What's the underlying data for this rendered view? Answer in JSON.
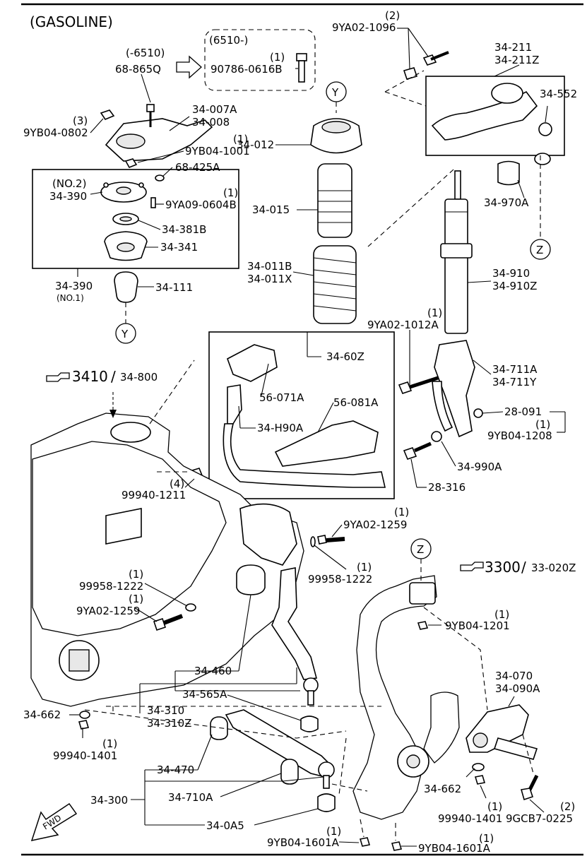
{
  "title": "(GASOLINE)",
  "labels": {
    "l_6510a": "(-6510)",
    "l_68865q": "68-865Q",
    "l_6510b": "(6510-)",
    "l_q1a": "(1)",
    "l_90786": "90786-0616B",
    "l_q2a": "(2)",
    "l_9ya021096": "9YA02-1096",
    "l_34211": "34-211",
    "l_34211z": "34-211Z",
    "l_34552": "34-552",
    "l_q3": "(3)",
    "l_9yb040802": "9YB04-0802",
    "l_34007a": "34-007A",
    "l_34008": "34-008",
    "l_q1b": "(1)",
    "l_9yb041001": "9YB04-1001",
    "l_y1": "Y",
    "l_34012": "34-012",
    "l_68425a": "68-425A",
    "l_no2": "(NO.2)",
    "l_34390a": "34-390",
    "l_q1c": "(1)",
    "l_9ya090604b": "9YA09-0604B",
    "l_34381b": "34-381B",
    "l_34341": "34-341",
    "l_34015": "34-015",
    "l_34970a": "34-970A",
    "l_z1": "Z",
    "l_34011b": "34-011B",
    "l_34011x": "34-011X",
    "l_34390b": "34-390",
    "l_no1": "(NO.1)",
    "l_34111": "34-111",
    "l_y2": "Y",
    "l_34910": "34-910",
    "l_34910z": "34-910Z",
    "l_q1d": "(1)",
    "l_9ya021012a": "9YA02-1012A",
    "l_3410": "3410",
    "l_slash1": "/",
    "l_34800": "34-800",
    "l_3460z": "34-60Z",
    "l_56071a": "56-071A",
    "l_56081a": "56-081A",
    "l_34h90a": "34-H90A",
    "l_34711a": "34-711A",
    "l_34711y": "34-711Y",
    "l_28091": "28-091",
    "l_q1e": "(1)",
    "l_9yb041208": "9YB04-1208",
    "l_34990a": "34-990A",
    "l_q4": "(4)",
    "l_999401211": "99940-1211",
    "l_28316": "28-316",
    "l_q1f": "(1)",
    "l_9ya021259a": "9YA02-1259",
    "l_z2": "Z",
    "l_3300": "3300",
    "l_slash2": "/",
    "l_33020z": "33-020Z",
    "l_q1g": "(1)",
    "l_999581222a": "99958-1222",
    "l_q1h": "(1)",
    "l_999581222b": "99958-1222",
    "l_q1i": "(1)",
    "l_9ya021259b": "9YA02-1259",
    "l_q1j": "(1)",
    "l_9yb041201": "9YB04-1201",
    "l_34070": "34-070",
    "l_34090a": "34-090A",
    "l_34460": "34-460",
    "l_34565a": "34-565A",
    "l_34310": "34-310",
    "l_34310z": "34-310Z",
    "l_34662a": "34-662",
    "l_q1k": "(1)",
    "l_999401401a": "99940-1401",
    "l_34470": "34-470",
    "l_34300": "34-300",
    "l_34710a": "34-710A",
    "l_34662b": "34-662",
    "l_q1l": "(1)",
    "l_999401401b": "99940-1401",
    "l_q2b": "(2)",
    "l_9gcb70225": "9GCB7-0225",
    "l_340a5": "34-0A5",
    "l_q1m": "(1)",
    "l_9yb041601a": "9YB04-1601A",
    "l_q1n": "(1)",
    "l_9yb041601b": "9YB04-1601A",
    "l_fwd": "FWD"
  }
}
